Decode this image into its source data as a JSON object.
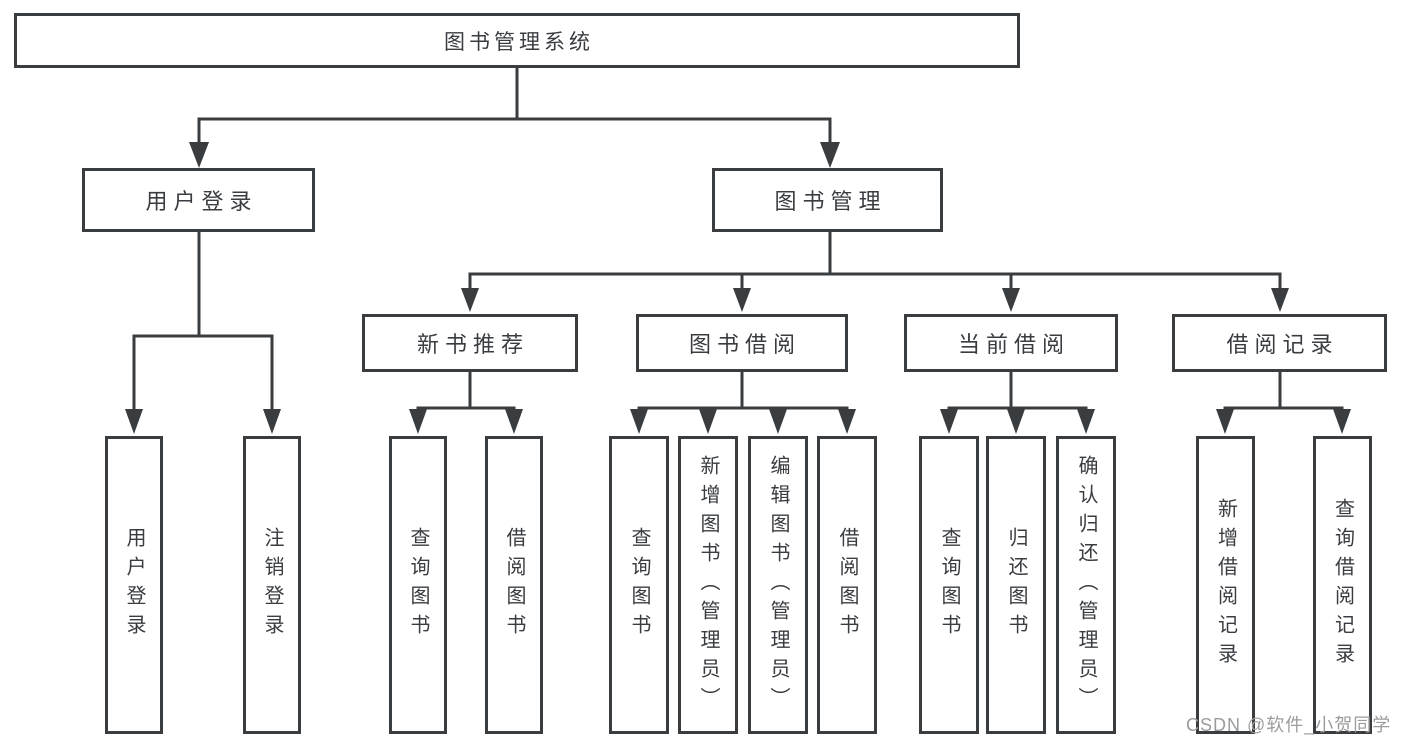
{
  "diagram": {
    "root": {
      "label": "图书管理系统"
    },
    "level2": [
      {
        "id": "user-login",
        "label": "用户登录"
      },
      {
        "id": "book-management",
        "label": "图书管理"
      }
    ],
    "level3": [
      {
        "id": "new-book-recommend",
        "label": "新书推荐"
      },
      {
        "id": "book-borrow",
        "label": "图书借阅"
      },
      {
        "id": "current-borrow",
        "label": "当前借阅"
      },
      {
        "id": "borrow-records",
        "label": "借阅记录"
      }
    ],
    "level4": [
      {
        "id": "login",
        "label": "用户登录"
      },
      {
        "id": "logout",
        "label": "注销登录"
      },
      {
        "id": "nb-query-books",
        "label": "查询图书"
      },
      {
        "id": "nb-borrow-books",
        "label": "借阅图书"
      },
      {
        "id": "bb-query-books",
        "label": "查询图书"
      },
      {
        "id": "bb-add-books-admin",
        "label": "新增图书（管理员）"
      },
      {
        "id": "bb-edit-books-admin",
        "label": "编辑图书（管理员）"
      },
      {
        "id": "bb-borrow-books",
        "label": "借阅图书"
      },
      {
        "id": "cb-query-books",
        "label": "查询图书"
      },
      {
        "id": "cb-return-books",
        "label": "归还图书"
      },
      {
        "id": "cb-confirm-return-admin",
        "label": "确认归还（管理员）"
      },
      {
        "id": "br-add-borrow-record",
        "label": "新增借阅记录"
      },
      {
        "id": "br-query-borrow-record",
        "label": "查询借阅记录"
      }
    ]
  },
  "watermark": {
    "text": "CSDN @软件_小贺同学"
  },
  "colors": {
    "line": "#3a3d40",
    "text": "#393c40",
    "watermark": "#9c9c9c",
    "background": "#ffffff"
  }
}
